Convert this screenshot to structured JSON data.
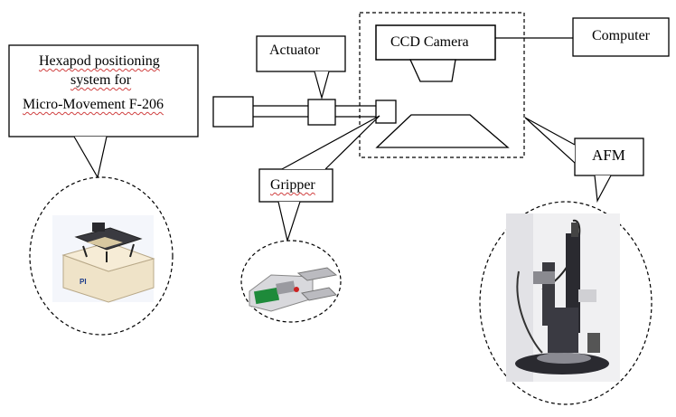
{
  "labels": {
    "hexapod_line1": "Hexapod positioning",
    "hexapod_line2": "system for",
    "hexapod_line3": "Micro-Movement F-206",
    "actuator": "Actuator",
    "ccd_camera": "CCD Camera",
    "computer": "Computer",
    "gripper": "Gripper",
    "afm": "AFM"
  },
  "photos": {
    "hexapod_brand": "PI"
  },
  "colors": {
    "stroke": "#000000",
    "spellcheck": "#d04040",
    "gripper_green": "#1e8a3a",
    "gripper_red": "#cc2222",
    "afm_base": "#2a2a30",
    "hexapod_body": "#efe3c8"
  }
}
